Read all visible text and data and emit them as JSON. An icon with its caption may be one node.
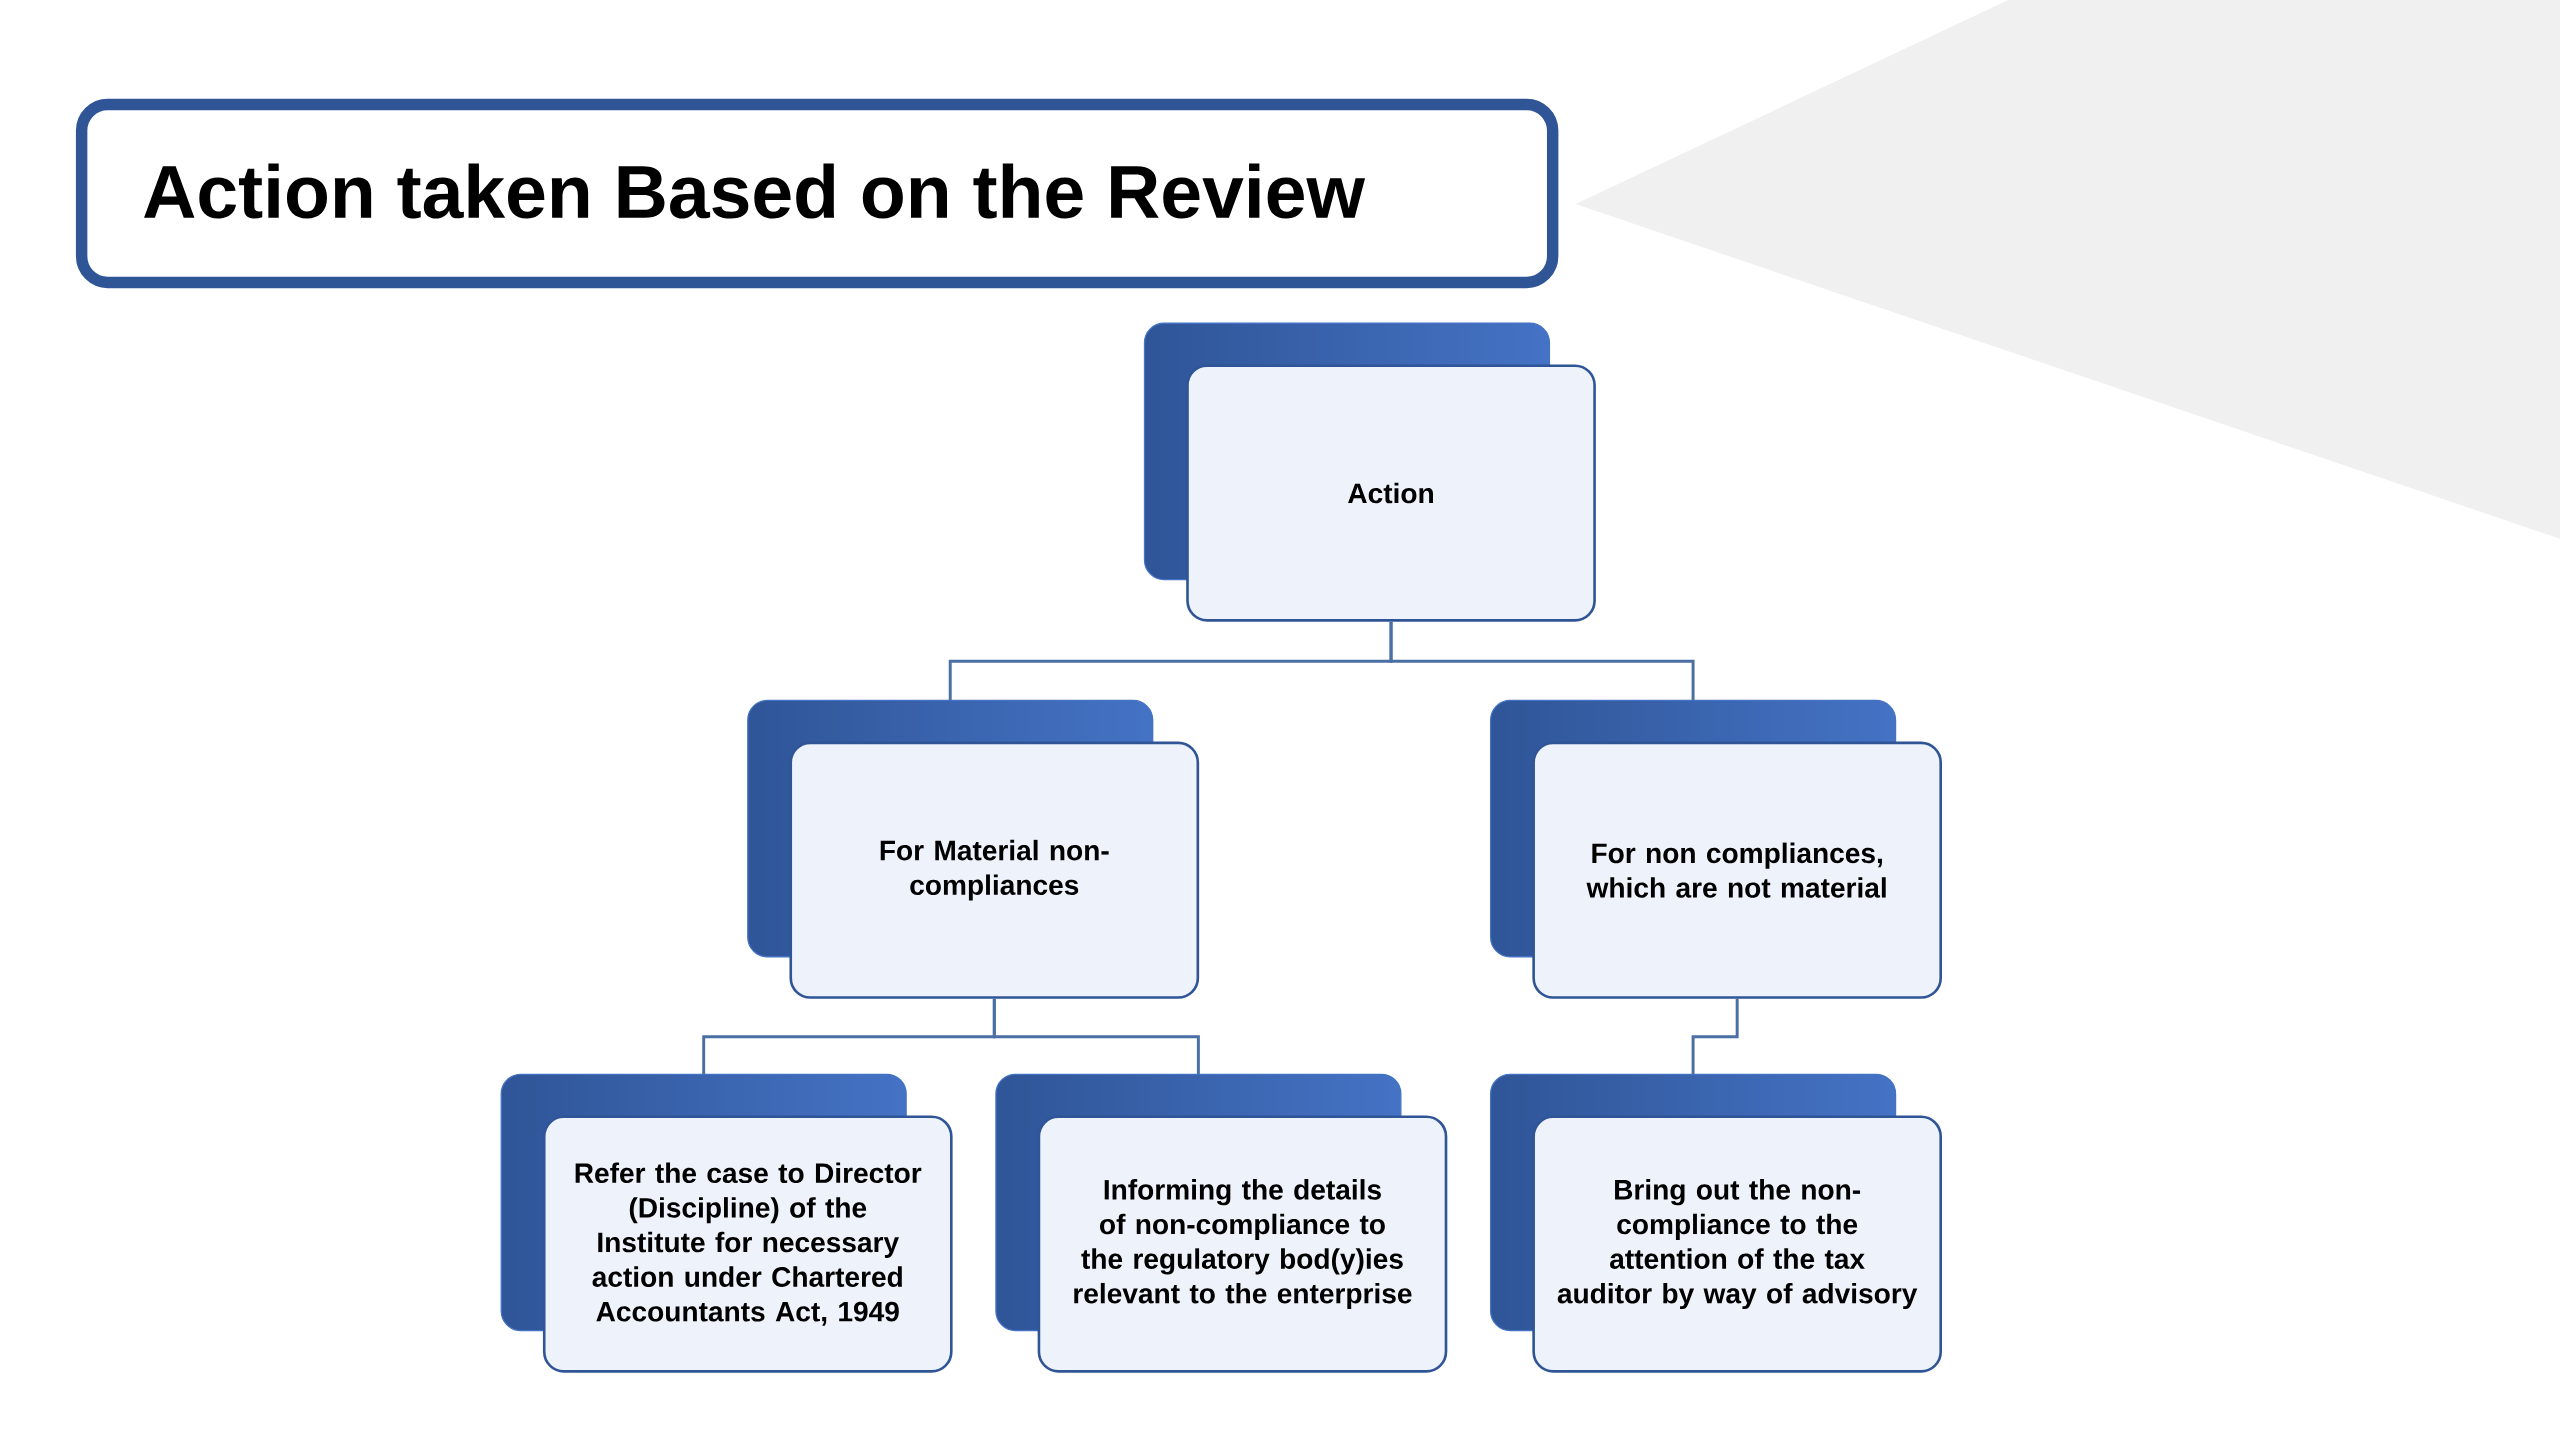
{
  "diagram": {
    "title": "Action taken Based on the Review",
    "nodes": [
      {
        "text": [
          "Action"
        ]
      },
      {
        "text": [
          "For Material non-compliances"
        ]
      },
      {
        "text": [
          "For non compliances, which are not material"
        ]
      },
      {
        "text": [
          "Refer the case to Director (Discipline) of the Institute for necessary action under Chartered Accountants Act, 1949"
        ]
      },
      {
        "text": [
          "Informing the details of non-compliance to the regulatory bod(y)ies relevant to the enterprise"
        ]
      },
      {
        "text": [
          "Bring out the non-compliance to the attention of the tax auditor by way of advisory"
        ]
      }
    ],
    "edges": [
      {
        "from": 0,
        "to": 1,
        "arrow": "none"
      },
      {
        "from": 0,
        "to": 2,
        "arrow": "none"
      },
      {
        "from": 1,
        "to": 3,
        "arrow": "none"
      },
      {
        "from": 1,
        "to": 4,
        "arrow": "none"
      },
      {
        "from": 2,
        "to": 5,
        "arrow": "none"
      }
    ]
  }
}
